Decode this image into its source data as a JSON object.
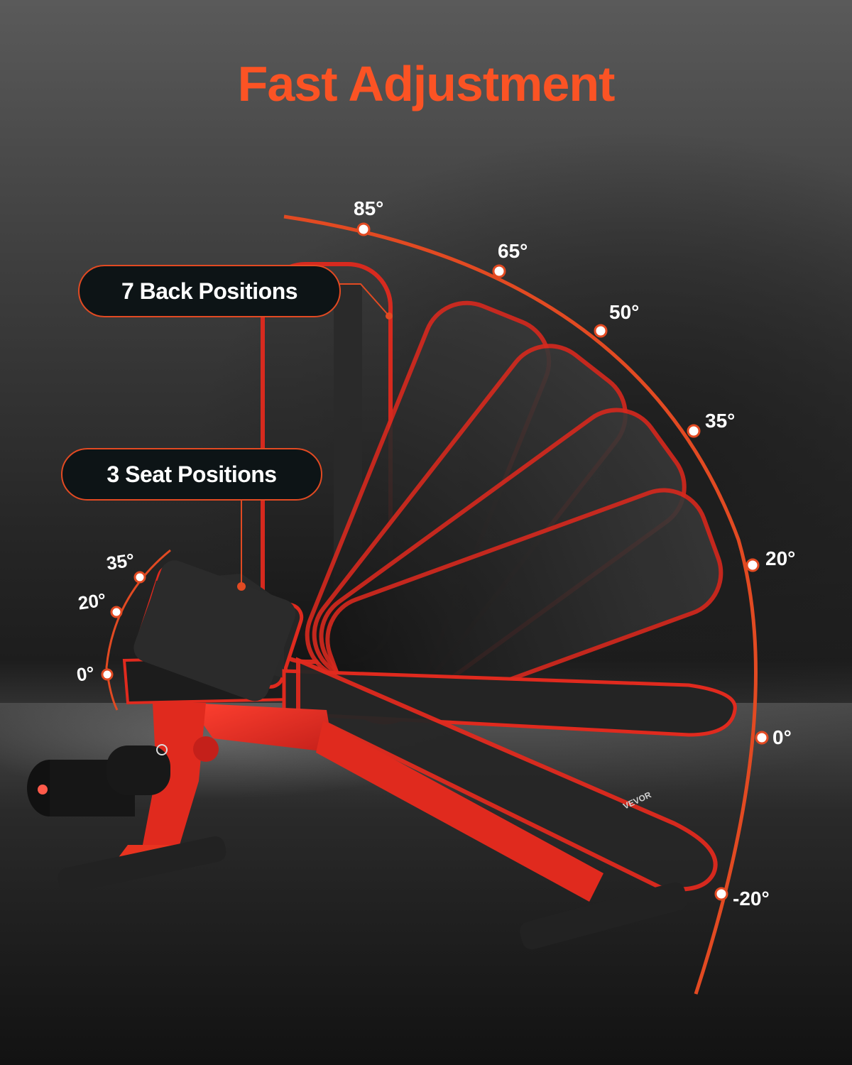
{
  "title": "Fast Adjustment",
  "callouts": {
    "back_positions": "7 Back Positions",
    "seat_positions": "3  Seat Positions"
  },
  "back_angles": [
    {
      "label": "85°"
    },
    {
      "label": "65°"
    },
    {
      "label": "50°"
    },
    {
      "label": "35°"
    },
    {
      "label": "20°"
    },
    {
      "label": "0°"
    },
    {
      "label": "-20°"
    }
  ],
  "seat_angles": [
    {
      "label": "35°"
    },
    {
      "label": "20°"
    },
    {
      "label": "0°"
    }
  ],
  "product": {
    "brand_mark": "VEVOR",
    "type": "adjustable-weight-bench"
  },
  "colors": {
    "accent": "#fb5324",
    "arc": "#e24a22",
    "frame_red": "#e02a1e",
    "pad_black": "#1e1e1e",
    "pill_bg": "#0d1416",
    "text_white": "#ffffff"
  }
}
